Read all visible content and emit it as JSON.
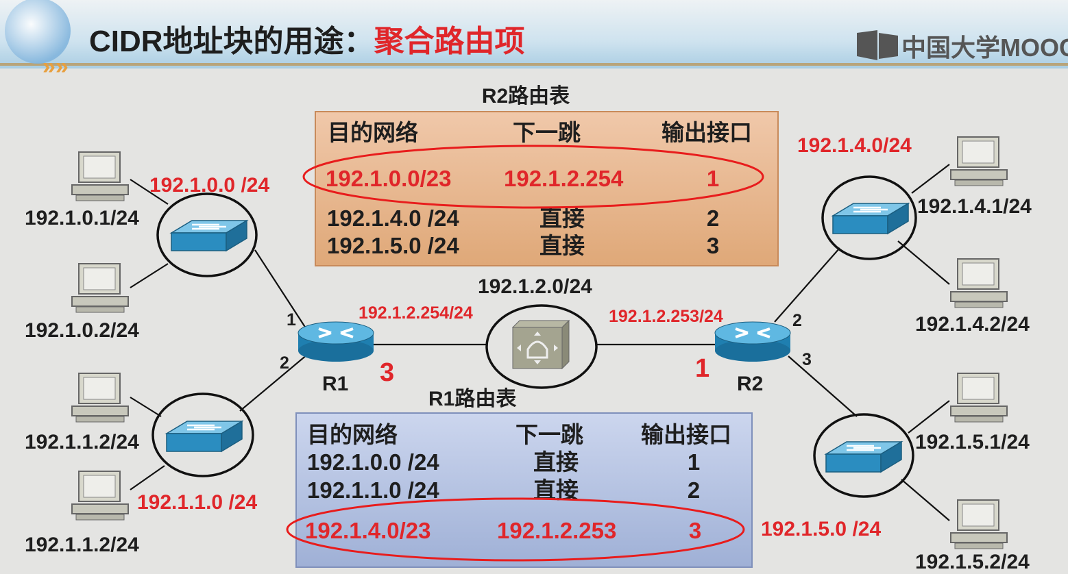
{
  "header": {
    "title_black": "CIDR地址块的用途：",
    "title_red": "聚合路由项",
    "logo": "中国大学MOOC"
  },
  "colors": {
    "accent_red": "#e0262a",
    "r2_table_bg": "#e9b48c",
    "r1_table_bg": "#b5c2e0",
    "router_blue": "#2c8fc0"
  },
  "r2_table": {
    "title": "R2路由表",
    "headers": [
      "目的网络",
      "下一跳",
      "输出接口"
    ],
    "rows": [
      {
        "dest": "192.1.0.0/23",
        "next": "192.1.2.254",
        "iface": "1",
        "highlighted": true
      },
      {
        "dest": "192.1.4.0 /24",
        "next": "直接",
        "iface": "2"
      },
      {
        "dest": "192.1.5.0 /24",
        "next": "直接",
        "iface": "3"
      }
    ]
  },
  "r1_table": {
    "title": "R1路由表",
    "headers": [
      "目的网络",
      "下一跳",
      "输出接口"
    ],
    "rows": [
      {
        "dest": "192.1.0.0 /24",
        "next": "直接",
        "iface": "1"
      },
      {
        "dest": "192.1.1.0 /24",
        "next": "直接",
        "iface": "2"
      },
      {
        "dest": "192.1.4.0/23",
        "next": "192.1.2.253",
        "iface": "3",
        "highlighted": true
      }
    ]
  },
  "network": {
    "core_net": "192.1.2.0/24",
    "r1": {
      "name": "R1",
      "core_ip": "192.1.2.254/24",
      "port1": "1",
      "port2": "2",
      "core_port": "3"
    },
    "r2": {
      "name": "R2",
      "core_ip": "192.1.2.253/24",
      "port2": "2",
      "port3": "3",
      "core_port": "1"
    },
    "left_nets": [
      "192.1.0.0 /24",
      "192.1.1.0 /24"
    ],
    "right_nets": [
      "192.1.4.0/24",
      "192.1.5.0 /24"
    ],
    "left_hosts": [
      "192.1.0.1/24",
      "192.1.0.2/24",
      "192.1.1.2/24",
      "192.1.1.2/24"
    ],
    "right_hosts": [
      "192.1.4.1/24",
      "192.1.4.2/24",
      "192.1.5.1/24",
      "192.1.5.2/24"
    ]
  }
}
